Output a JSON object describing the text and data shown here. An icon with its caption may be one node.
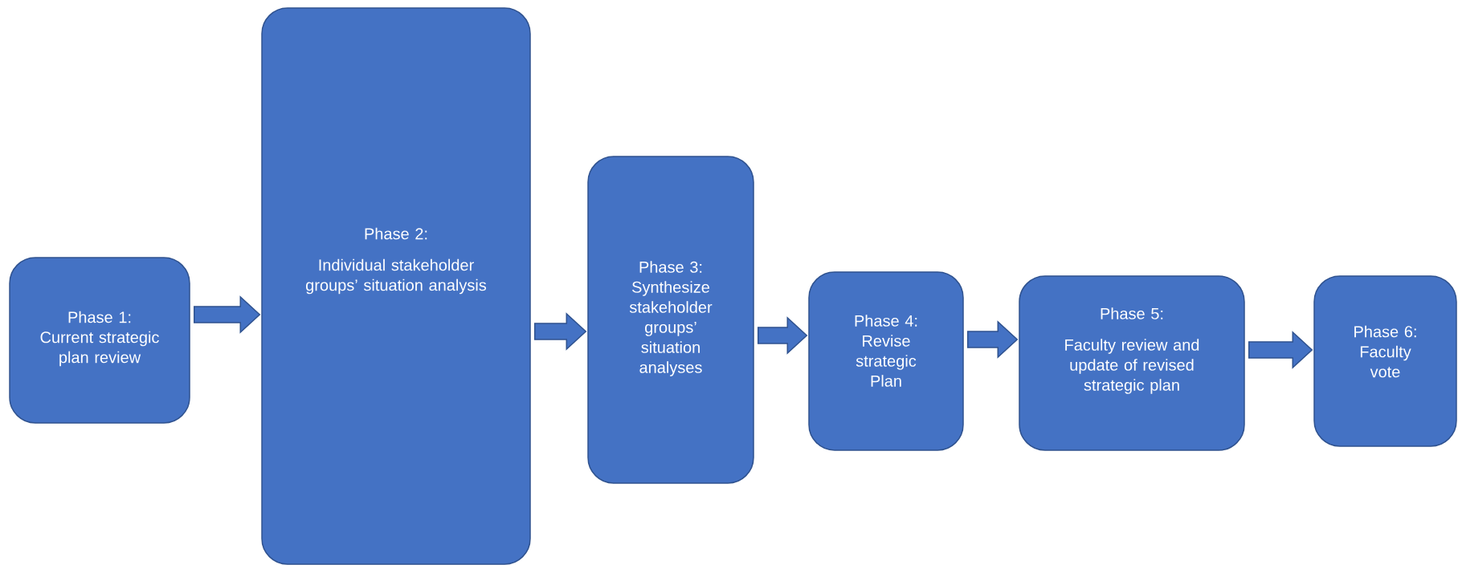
{
  "diagram": {
    "nodes": [
      {
        "text": [
          "Phase 1: Current strategic plan review"
        ]
      },
      {
        "text": [
          "Phase 2:",
          "Individual stakeholder groups’ situation analysis"
        ]
      },
      {
        "text": [
          "Phase 3: Synthesize stakeholder groups’ situation analyses"
        ]
      },
      {
        "text": [
          "Phase 4: Revise strategic Plan"
        ]
      },
      {
        "text": [
          "Phase 5:",
          "Faculty review and update of revised strategic plan"
        ]
      },
      {
        "text": [
          "Phase 6: Faculty vote"
        ]
      }
    ],
    "edges": [
      {
        "from": 0,
        "to": 1,
        "arrow": "to"
      },
      {
        "from": 1,
        "to": 2,
        "arrow": "to"
      },
      {
        "from": 2,
        "to": 3,
        "arrow": "to"
      },
      {
        "from": 3,
        "to": 4,
        "arrow": "to"
      },
      {
        "from": 4,
        "to": 5,
        "arrow": "to"
      }
    ]
  }
}
